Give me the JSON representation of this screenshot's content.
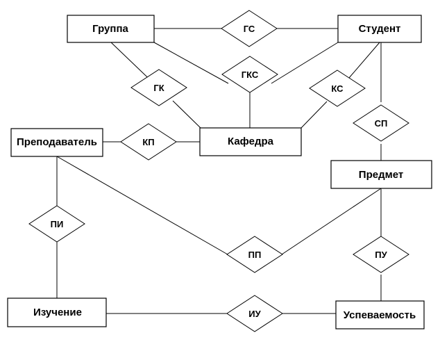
{
  "diagram": {
    "entities": {
      "gruppa": "Группа",
      "student": "Студент",
      "prepodavatel": "Преподаватель",
      "kafedra": "Кафедра",
      "predmet": "Предмет",
      "izuchenie": "Изучение",
      "uspevaemost": "Успеваемость"
    },
    "relationships": {
      "gs": "ГС",
      "gk": "ГК",
      "gks": "ГКС",
      "ks": "КС",
      "sp": "СП",
      "kp": "КП",
      "pi": "ПИ",
      "pp": "ПП",
      "pu": "ПУ",
      "iu": "ИУ"
    },
    "colors": {
      "stroke": "#000000",
      "fill": "#ffffff",
      "text": "#000000"
    }
  }
}
